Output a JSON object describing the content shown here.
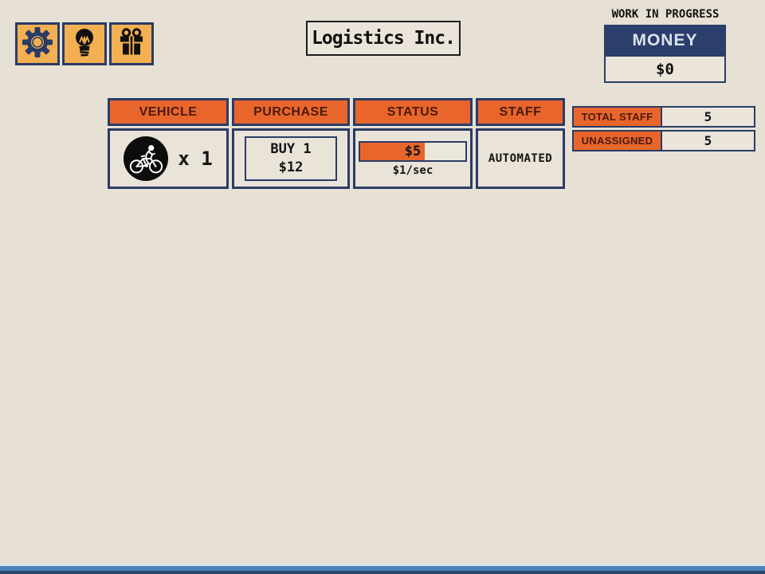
{
  "colors": {
    "orange": "#e8662b",
    "navy": "#2a3c66",
    "amber": "#f3b052",
    "background": "#e7e0d5"
  },
  "toolbar": {
    "buttons": [
      {
        "id": "settings",
        "icon": "gear-icon"
      },
      {
        "id": "upgrades",
        "icon": "lightbulb-icon"
      },
      {
        "id": "rewards",
        "icon": "gift-icon"
      }
    ]
  },
  "header": {
    "title": "Logistics Inc.",
    "wip_label": "WORK IN PROGRESS"
  },
  "money": {
    "label": "MONEY",
    "value": "$0"
  },
  "table": {
    "headers": [
      "VEHICLE",
      "PURCHASE",
      "STATUS",
      "STAFF"
    ],
    "rows": [
      {
        "vehicle": {
          "icon": "bicycle-icon",
          "count_label": "x 1"
        },
        "purchase": {
          "button_line1": "BUY 1",
          "button_line2": "$12"
        },
        "status": {
          "bar_label": "$5",
          "progress_pct": 61,
          "rate_label": "$1/sec"
        },
        "staff": {
          "label": "AUTOMATED"
        }
      }
    ]
  },
  "staff_panel": {
    "rows": [
      {
        "label": "TOTAL STAFF",
        "value": "5"
      },
      {
        "label": "UNASSIGNED",
        "value": "5"
      }
    ]
  }
}
